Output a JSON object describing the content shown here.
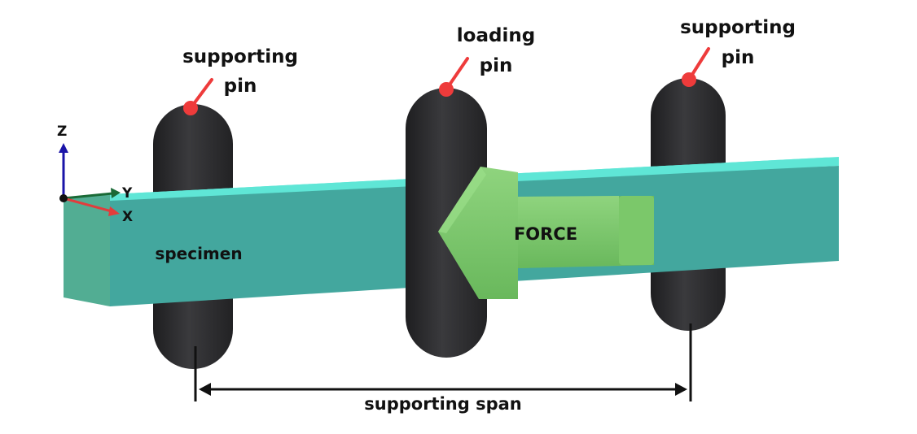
{
  "labels": {
    "left_pin_line1": "supporting",
    "left_pin_line2": "pin",
    "center_pin_line1": "loading",
    "center_pin_line2": "pin",
    "right_pin_line1": "supporting",
    "right_pin_line2": "pin",
    "specimen": "specimen",
    "force": "FORCE",
    "span": "supporting span"
  },
  "axes": {
    "z": "Z",
    "y": "Y",
    "x": "X"
  },
  "colors": {
    "specimen_front": "#43a79e",
    "specimen_top": "#62efdf",
    "specimen_end": "#52ad93",
    "pin": "#2c2c2e",
    "force_arrow": "#7bc86a",
    "marker": "#ee3b3b",
    "axis_z": "#1a14a8",
    "axis_y": "#1a6a36",
    "axis_x": "#e23c3c"
  }
}
